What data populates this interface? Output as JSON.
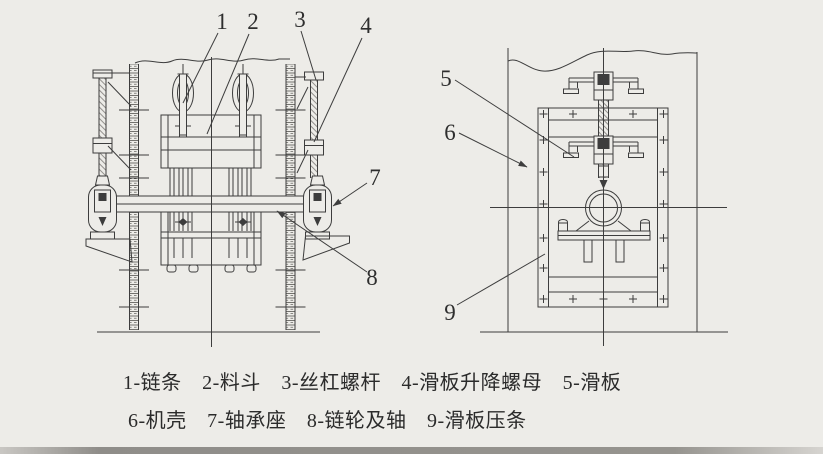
{
  "colors": {
    "paper": "#edece8",
    "ink": "#3d3d3d"
  },
  "callouts": {
    "c1": "1",
    "c2": "2",
    "c3": "3",
    "c4": "4",
    "c5": "5",
    "c6": "6",
    "c7": "7",
    "c8": "8",
    "c9": "9"
  },
  "legend": {
    "line1": "1-链条　2-料斗　3-丝杠螺杆　4-滑板升降螺母　5-滑板",
    "line2": "6-机壳　7-轴承座　8-链轮及轴　9-滑板压条"
  },
  "parts": [
    {
      "num": "1",
      "name": "链条"
    },
    {
      "num": "2",
      "name": "料斗"
    },
    {
      "num": "3",
      "name": "丝杠螺杆"
    },
    {
      "num": "4",
      "name": "滑板升降螺母"
    },
    {
      "num": "5",
      "name": "滑板"
    },
    {
      "num": "6",
      "name": "机壳"
    },
    {
      "num": "7",
      "name": "轴承座"
    },
    {
      "num": "8",
      "name": "链轮及轴"
    },
    {
      "num": "9",
      "name": "滑板压条"
    }
  ]
}
